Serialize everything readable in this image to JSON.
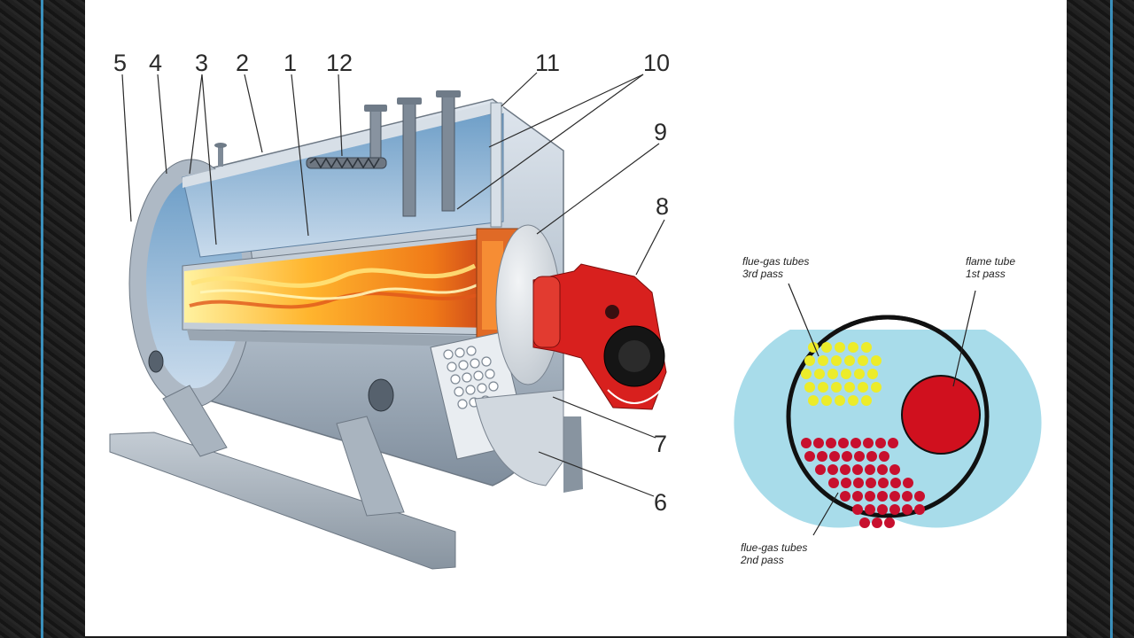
{
  "diagram": {
    "part_numbers": [
      "5",
      "4",
      "3",
      "2",
      "1",
      "12",
      "11",
      "10",
      "9",
      "8",
      "7",
      "6"
    ],
    "cross_section": {
      "label_3rd_pass": [
        "flue-gas tubes",
        "3rd pass"
      ],
      "label_1st_pass": [
        "flame tube",
        "1st pass"
      ],
      "label_2nd_pass": [
        "flue-gas tubes",
        "2nd pass"
      ]
    },
    "colors": {
      "water": "#a8dcea",
      "tubes_3rd_pass": "#ecec2a",
      "tubes_2nd_pass": "#c8102e",
      "flame_tube": "#d0101e",
      "burner": "#d8201e",
      "shell": "#b8c4cf",
      "accent_line": "#3fa4d8"
    }
  }
}
